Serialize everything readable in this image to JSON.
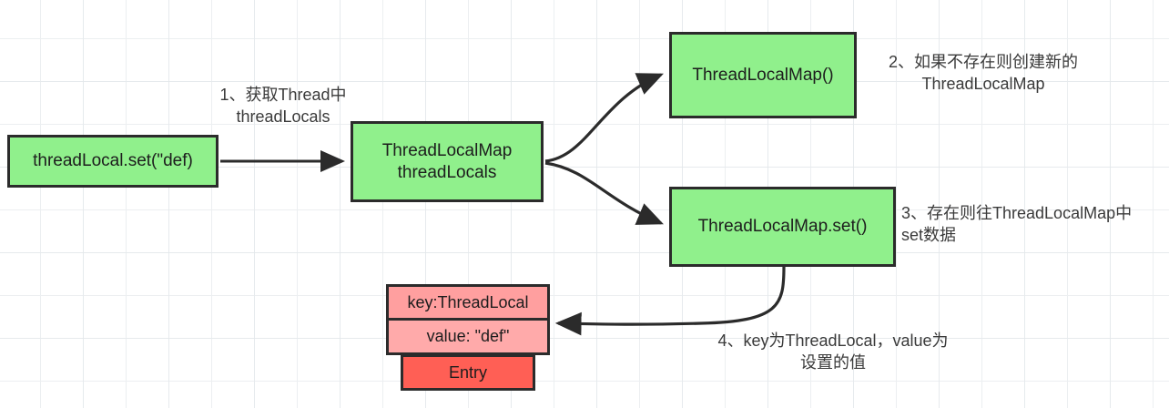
{
  "diagram": {
    "title": "ThreadLocal set flow",
    "background": {
      "color": "#ffffff",
      "grid_color": "#eceff1"
    },
    "colors": {
      "node_green": "#90f08c",
      "entry_key": "#ff9f9f",
      "entry_value": "#ffaaaa",
      "entry_label": "#ff5f55",
      "stroke": "#2b2b2b",
      "annotation_text": "#3a3a3a"
    },
    "nodes": {
      "threadlocal_set": "threadLocal.set(\"def)",
      "threadlocalmap_field": "ThreadLocalMap\nthreadLocals",
      "threadlocalmap_ctor": "ThreadLocalMap()",
      "threadlocalmap_set": "ThreadLocalMap.set()"
    },
    "entry": {
      "key_row": "key:ThreadLocal",
      "value_row": "value: \"def\"",
      "label": "Entry"
    },
    "annotations": {
      "step1": "1、获取Thread中\nthreadLocals",
      "step2": "2、如果不存在则创建新的\nThreadLocalMap",
      "step3": "3、存在则往ThreadLocalMap中\nset数据",
      "step4": "4、key为ThreadLocal，value为\n设置的值"
    }
  }
}
